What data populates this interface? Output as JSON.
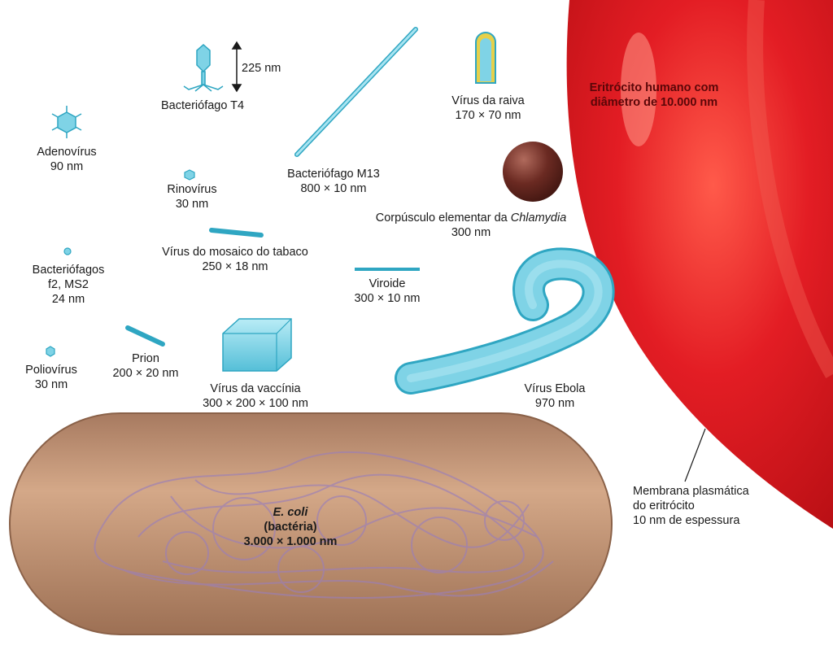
{
  "colors": {
    "virus_fill": "#7fd3e6",
    "virus_stroke": "#2fa6c2",
    "erythrocyte": "#e31d24",
    "chlamydia": "#6b2a22",
    "ecoli_body": "#c79a78",
    "ecoli_dna": "#9b7fb8"
  },
  "labels": {
    "t4": {
      "name": "Bacteriófago T4",
      "size": "225 nm"
    },
    "adeno": {
      "name": "Adenovírus",
      "size": "90 nm"
    },
    "rhino": {
      "name": "Rinovírus",
      "size": "30 nm"
    },
    "m13": {
      "name": "Bacteriófago M13",
      "size": "800 × 10 nm"
    },
    "rabies": {
      "name": "Vírus da raiva",
      "size": "170 × 70 nm"
    },
    "erythrocyte": {
      "line1": "Eritrócito humano com",
      "line2": "diâmetro de 10.000 nm"
    },
    "chlamydia": {
      "prefix": "Corpúsculo elementar da ",
      "italic": "Chlamydia",
      "size": "300 nm"
    },
    "tmv": {
      "name": "Vírus do mosaico do tabaco",
      "size": "250 × 18 nm"
    },
    "phages": {
      "line1": "Bacteriófagos",
      "line2": "f2, MS2",
      "size": "24 nm"
    },
    "viroid": {
      "name": "Viroide",
      "size": "300 × 10 nm"
    },
    "polio": {
      "name": "Poliovírus",
      "size": "30 nm"
    },
    "prion": {
      "name": "Prion",
      "size": "200 × 20 nm"
    },
    "vaccinia": {
      "name": "Vírus da vaccínia",
      "size": "300 × 200 × 100 nm"
    },
    "ebola": {
      "name": "Vírus Ebola",
      "size": "970 nm"
    },
    "membrane": {
      "line1": "Membrana plasmática",
      "line2": "do eritrócito",
      "line3": "10 nm de espessura"
    },
    "ecoli": {
      "name": "E. coli",
      "type": "(bactéria)",
      "size": "3.000 × 1.000 nm"
    }
  }
}
